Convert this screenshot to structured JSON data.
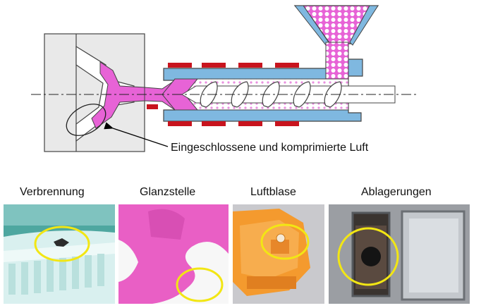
{
  "diagram": {
    "annotation": "Eingeschlossene und komprimierte Luft"
  },
  "defects": [
    {
      "key": "verbrennung",
      "label": "Verbrennung"
    },
    {
      "key": "glanzstelle",
      "label": "Glanzstelle"
    },
    {
      "key": "luftblase",
      "label": "Luftblase"
    },
    {
      "key": "ablagerungen",
      "label": "Ablagerungen"
    }
  ],
  "colors": {
    "barrel": "#7fb8e0",
    "melt": "#e763d6",
    "heater": "#c8141e",
    "highlight_circle": "#f2e614",
    "mold": "#e9e9e9"
  }
}
